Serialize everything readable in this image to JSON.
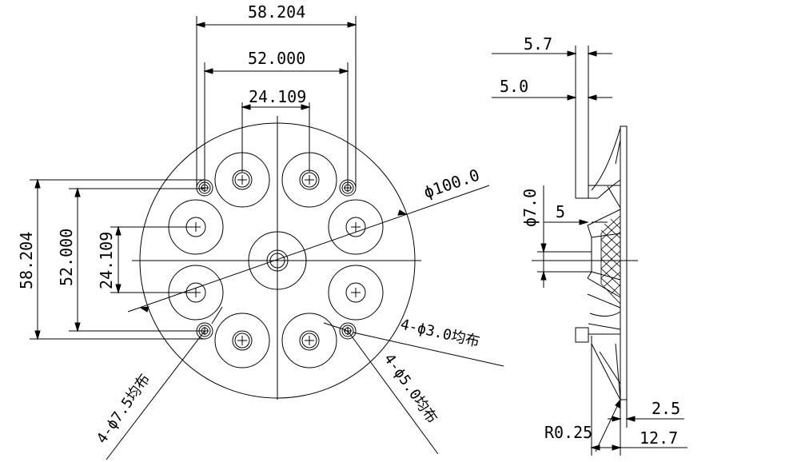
{
  "front_view": {
    "dim_top_overall": "58.204",
    "dim_top_mid": "52.000",
    "dim_top_inner": "24.109",
    "dim_left_overall": "58.204",
    "dim_left_mid": "52.000",
    "dim_left_inner": "24.109",
    "dim_diameter": "ϕ100.0",
    "note_small_holes": "4-ϕ3.0均布",
    "note_medium_holes": "4-ϕ5.0均布",
    "note_large_holes": "4-ϕ7.5均布"
  },
  "side_view": {
    "dim_5_7": "5.7",
    "dim_5_0": "5.0",
    "dim_phi7": "ϕ7.0",
    "dim_5": "5",
    "dim_2_5": "2.5",
    "dim_r025": "R0.25",
    "dim_12_7": "12.7"
  },
  "colors": {
    "line": "#000000",
    "background": "#ffffff"
  }
}
